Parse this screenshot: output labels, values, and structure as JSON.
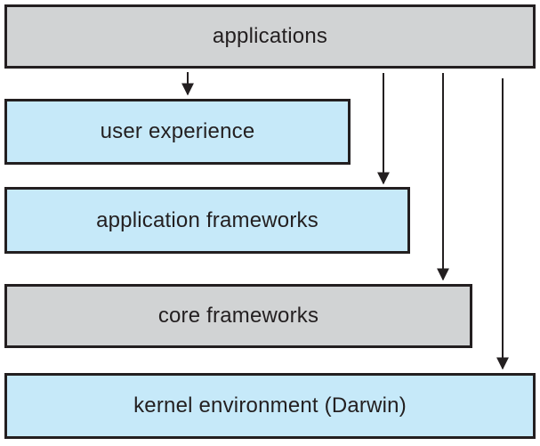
{
  "layers": {
    "applications": "applications",
    "user_experience": "user experience",
    "application_frameworks": "application frameworks",
    "core_frameworks": "core frameworks",
    "kernel_environment": "kernel environment (Darwin)"
  },
  "colors": {
    "gray_fill": "#d1d3d4",
    "blue_fill": "#c6e9f9",
    "stroke": "#231f20"
  }
}
